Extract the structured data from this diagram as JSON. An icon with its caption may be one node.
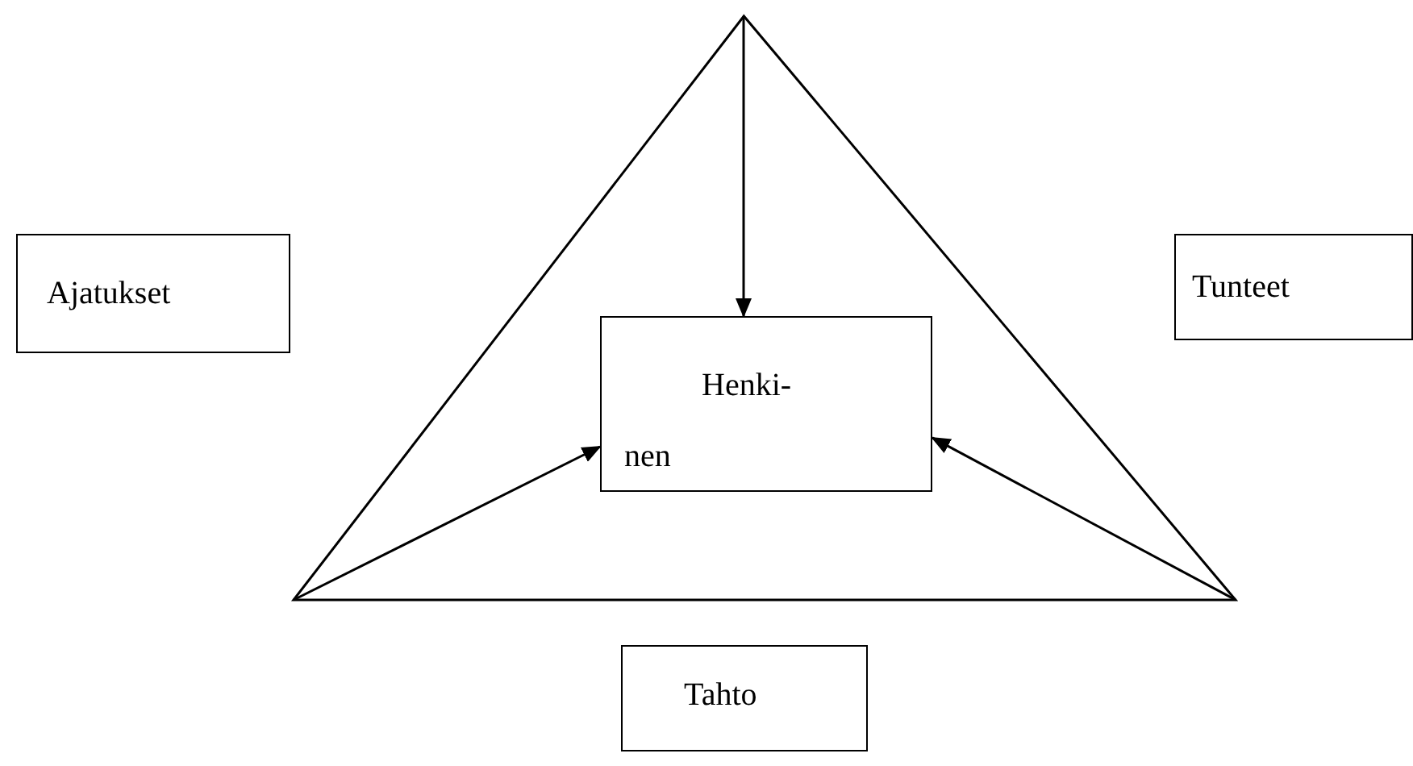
{
  "diagram": {
    "nodes": [
      {
        "text": [],
        "shape": "triangle"
      },
      {
        "text": [
          "Ajatukset"
        ]
      },
      {
        "text": [
          "Henki- nen"
        ],
        "in": 0
      },
      {
        "text": [
          "Tunteet"
        ]
      },
      {
        "text": [
          "Tahto"
        ]
      }
    ],
    "edges": [
      {
        "from": null,
        "to": 2,
        "arrow": "to"
      },
      {
        "from": null,
        "to": 2,
        "arrow": "to"
      },
      {
        "from": null,
        "to": 2,
        "arrow": "to"
      }
    ]
  }
}
